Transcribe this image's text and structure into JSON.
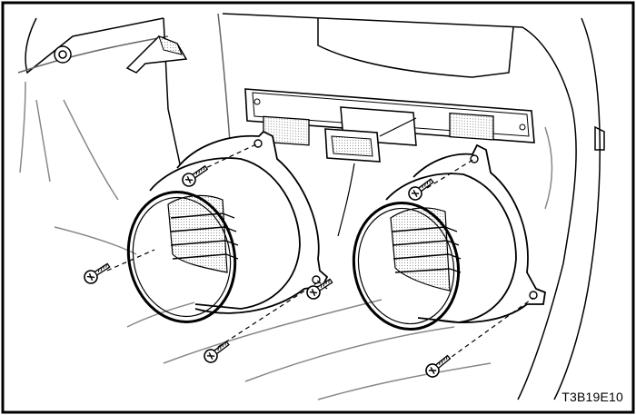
{
  "figure": {
    "code": "T3B19E10"
  },
  "components": {
    "vents": [
      "left-vent-duct",
      "right-vent-duct"
    ],
    "screws": [
      "screw",
      "screw",
      "screw",
      "screw",
      "screw",
      "screw"
    ],
    "connector": "electrical-connector",
    "panel": "instrument-panel-section"
  }
}
